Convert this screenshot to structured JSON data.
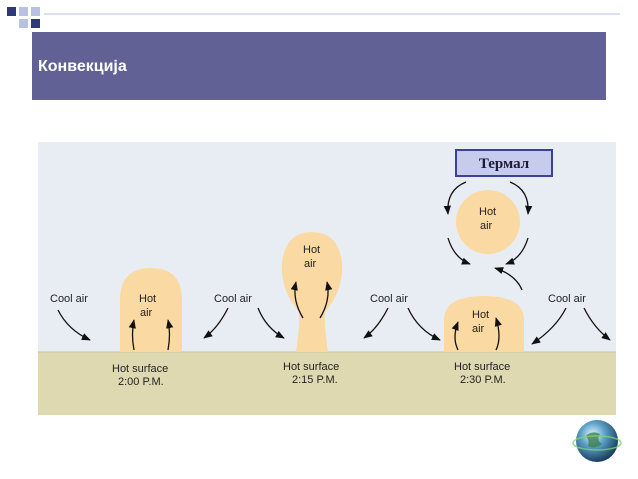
{
  "slide": {
    "title": "Конвекција"
  },
  "figure": {
    "thermal_label": "Термал",
    "cool_air": "Cool air",
    "hot_air_line1": "Hot",
    "hot_air_line2": "air",
    "stages": [
      {
        "line1": "Hot surface",
        "line2": "2:00 P.M."
      },
      {
        "line1": "Hot surface",
        "line2": "2:15 P.M."
      },
      {
        "line1": "Hot surface",
        "line2": "2:30 P.M."
      }
    ]
  },
  "colors": {
    "title_bar": "#616195",
    "sky": "#e8edf3",
    "ground": "#dfd9b1",
    "air_mass": "#fbd9a3",
    "arrow": "#111111",
    "thermal_box": "#c8ccec",
    "thermal_border": "#3a3fa0",
    "decor_dark": "#2d3a7a",
    "decor_light": "#b7c1e2"
  }
}
